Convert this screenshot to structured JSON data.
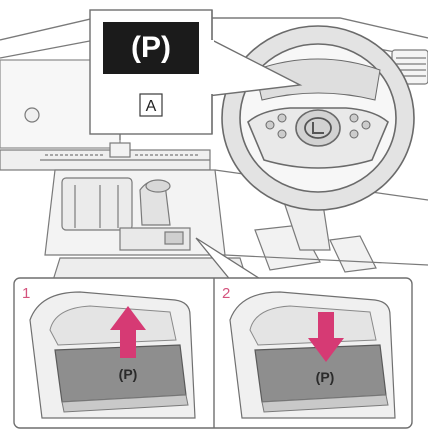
{
  "callout": {
    "indicator_symbol": "(P)",
    "label": "A"
  },
  "inset_left": {
    "step_number": "1",
    "switch_symbol": "(P)"
  },
  "inset_right": {
    "step_number": "2",
    "switch_symbol": "(P)"
  },
  "colors": {
    "background": "#ffffff",
    "line_art": "#6f6f6f",
    "panel_fill": "#eeeeee",
    "callout_screen": "#1b1b1b",
    "step_number": "#d4537d",
    "arrow": "#d63a74",
    "switch_face": "#8e8e8e"
  },
  "icons": {
    "callout_indicator": "parking-brake-indicator-icon",
    "up_arrow": "arrow-up-icon",
    "down_arrow": "arrow-down-icon",
    "steering_logo": "brand-logo-icon"
  }
}
